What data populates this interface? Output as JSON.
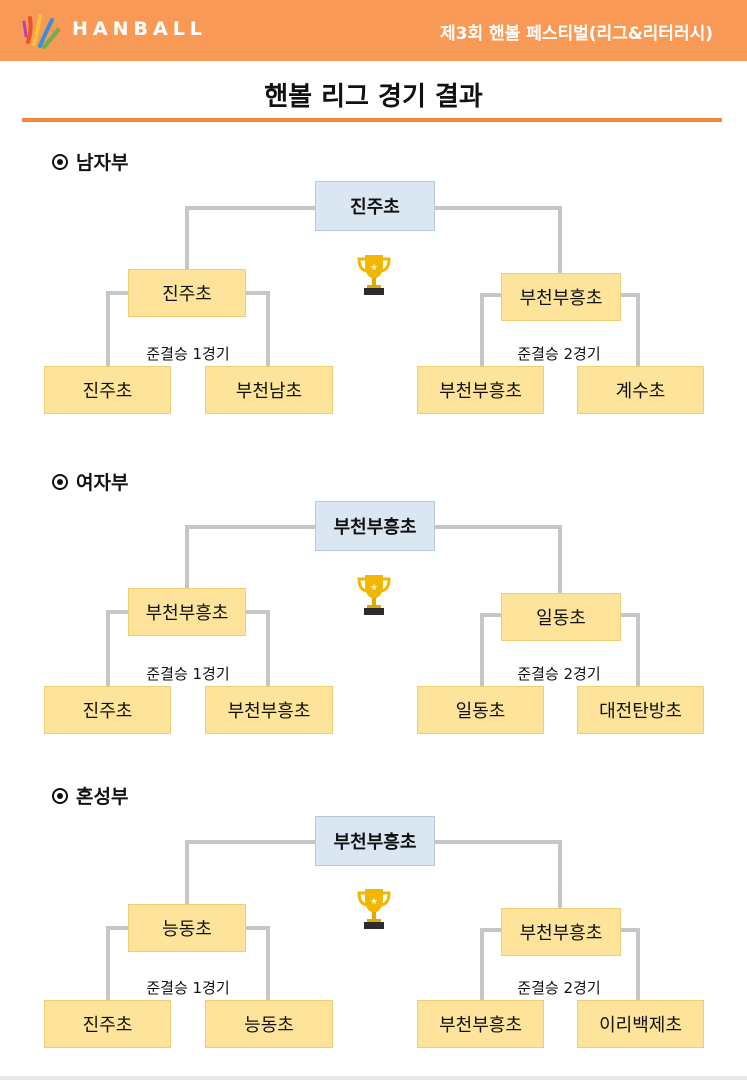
{
  "header": {
    "brand": "HANBALL",
    "event": "제3회 핸볼 페스티벌(리그&리터러시)",
    "colors": {
      "header_bg": "#f89a55",
      "rule": "#f4863e",
      "team_box": "#fde49a",
      "champion_box": "#dbe6f3"
    }
  },
  "page_title": "핸볼 리그 경기 결과",
  "sections": [
    {
      "label": "남자부",
      "champion": "진주초",
      "semi_left_winner": "진주초",
      "semi_right_winner": "부천부흥초",
      "match1_label": "준결승 1경기",
      "match2_label": "준결승 2경기",
      "teams": [
        "진주초",
        "부천남초",
        "부천부흥초",
        "계수초"
      ]
    },
    {
      "label": "여자부",
      "champion": "부천부흥초",
      "semi_left_winner": "부천부흥초",
      "semi_right_winner": "일동초",
      "match1_label": "준결승 1경기",
      "match2_label": "준결승 2경기",
      "teams": [
        "진주초",
        "부천부흥초",
        "일동초",
        "대전탄방초"
      ]
    },
    {
      "label": "혼성부",
      "champion": "부천부흥초",
      "semi_left_winner": "능동초",
      "semi_right_winner": "부천부흥초",
      "match1_label": "준결승 1경기",
      "match2_label": "준결승 2경기",
      "teams": [
        "진주초",
        "능동초",
        "부천부흥초",
        "이리백제초"
      ]
    }
  ]
}
